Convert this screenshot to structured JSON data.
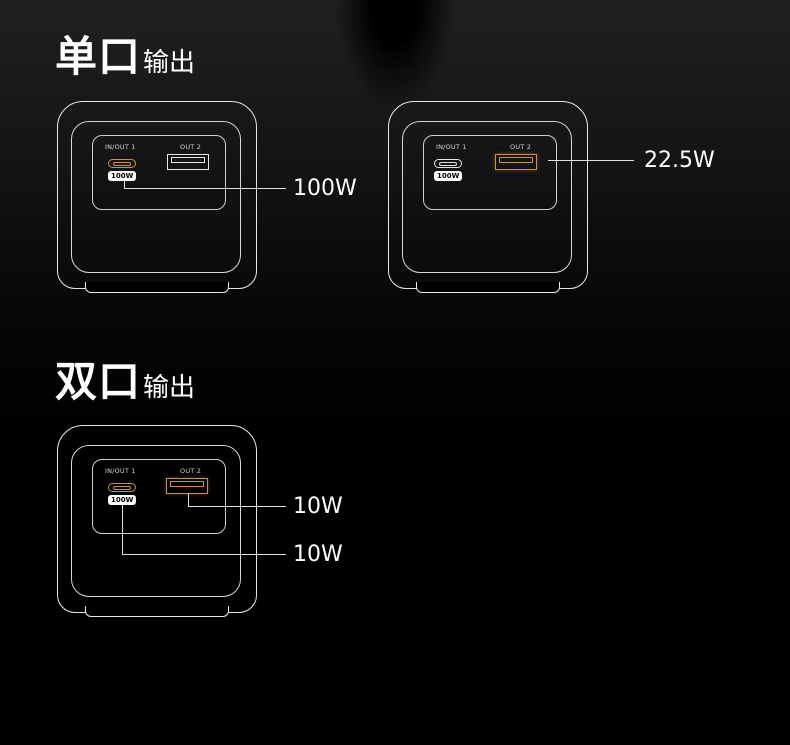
{
  "sections": {
    "single": {
      "title_big": "单口",
      "title_small": "输出"
    },
    "dual": {
      "title_big": "双口",
      "title_small": "输出"
    }
  },
  "port_labels": {
    "port1": "IN/OUT 1",
    "port2": "OUT 2",
    "port1_badge": "100W"
  },
  "devices": [
    {
      "id": "single-usbc",
      "active_port": "IN/OUT 1",
      "outputs": [
        "100W"
      ]
    },
    {
      "id": "single-usba",
      "active_port": "OUT 2",
      "outputs": [
        "22.5W"
      ]
    },
    {
      "id": "dual",
      "active_port": "both",
      "outputs": [
        "10W",
        "10W"
      ]
    }
  ],
  "colors": {
    "accent_gold": "#c8924a",
    "line": "#e0e0e0",
    "background": "#000000"
  }
}
